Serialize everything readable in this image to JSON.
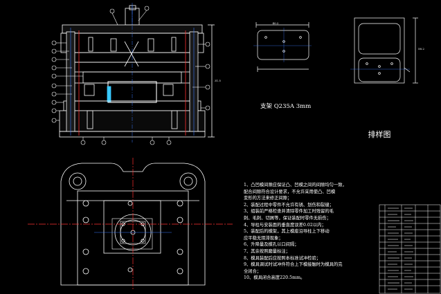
{
  "part_label": "支架  Q235A  3mm",
  "layout_title": "排样图",
  "dimensions": {
    "blank_width": "40.2",
    "strip_pitch": "58.2",
    "vertical": "31.5"
  },
  "tech_requirements": [
    "1、凸凹模间隙应保证凸、凹模之间的间隙均匀一致，",
    "配合间隙符合设计要求，不允许采用使凸、凹模",
    "变形的方法来修正间隙；",
    "2、装配过程中零件不允许有锈、划伤和裂缝；",
    "3、组装前严格检查并清除零件加工时残留的毛",
    "刺、毛刺、切屑等，保证装配时零件无损伤；",
    "4、导柱与安装面的垂直度误差0.02以内；",
    "5、装配后的模架，其上模座沿导柱上下移动",
    "应平稳无阻滞现象；",
    "6、升降量及模孔以口间隔；",
    "7、其余按照磨量标注；",
    "8、模具装配后应按照本标准试冲检验；",
    "9、模具调试时试冲件符合上下模接触时为模具的完",
    "全闭合；",
    "10、模具闭合高度220.5mm。"
  ],
  "title_block_rows": 14
}
